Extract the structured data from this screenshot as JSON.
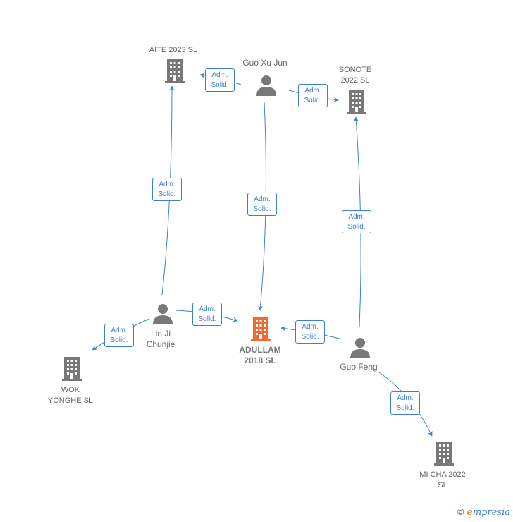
{
  "colors": {
    "edge": "#3d7fd0",
    "person": "#787878",
    "company": "#787878",
    "focus_company": "#f06a35"
  },
  "nodes": {
    "aite": {
      "label": "AITE 2023  SL",
      "icon": "building-icon"
    },
    "guo_xu_jun": {
      "label": "Guo Xu Jun",
      "icon": "person-icon"
    },
    "sonote": {
      "label_line1": "SONOTE",
      "label_line2": "2022  SL",
      "icon": "building-icon"
    },
    "adullam": {
      "label_line1": "ADULLAM",
      "label_line2": "2018  SL",
      "icon": "building-icon"
    },
    "lin_ji_chunjie": {
      "label_line1": "Lin Ji",
      "label_line2": "Chunjie",
      "icon": "person-icon"
    },
    "guo_feng": {
      "label": "Guo Feng",
      "icon": "person-icon"
    },
    "wok": {
      "label_line1": "WOK",
      "label_line2": "YONGHE SL",
      "icon": "building-icon"
    },
    "mi_cha": {
      "label_line1": "MI CHA 2022",
      "label_line2": "SL",
      "icon": "building-icon"
    }
  },
  "edge_label": {
    "line1": "Adm.",
    "line2": "Solid."
  },
  "footer": {
    "copyright": "©",
    "brand_initial": "e",
    "brand_rest": "mpresia"
  }
}
